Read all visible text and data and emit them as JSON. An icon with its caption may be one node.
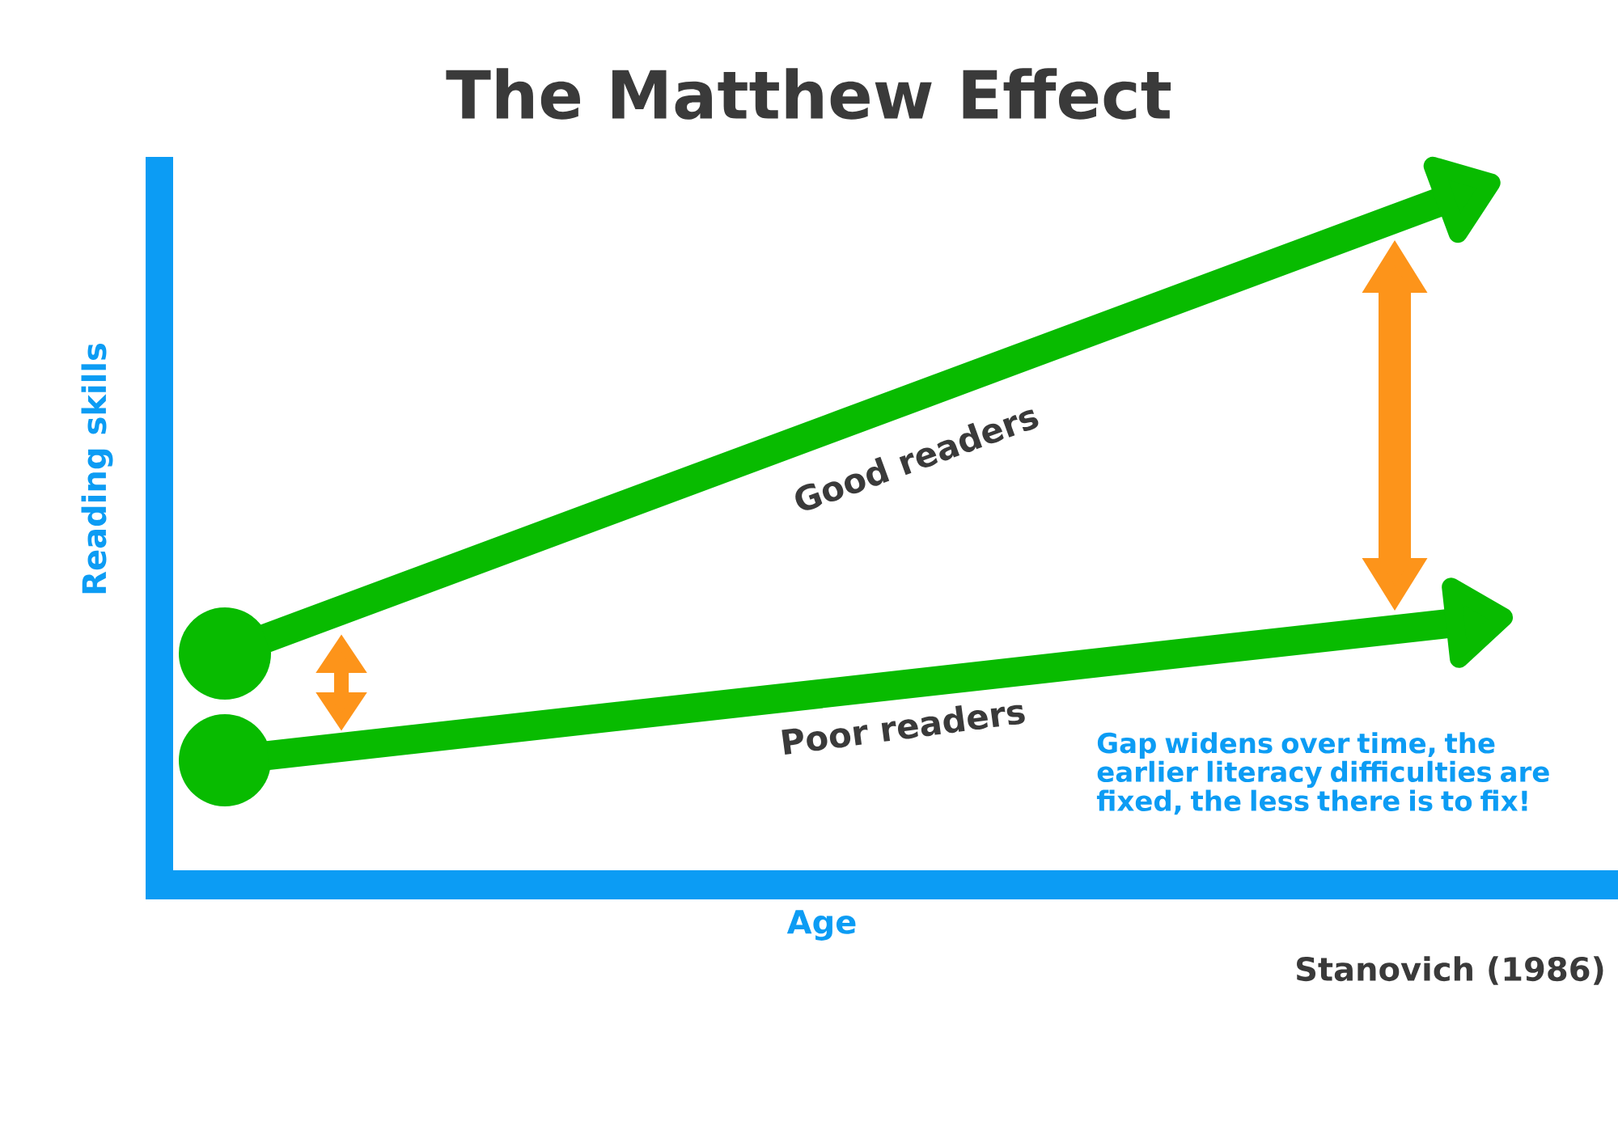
{
  "diagram": {
    "title": "The Matthew Effect",
    "nodes": [
      {
        "text": [],
        "shape": "circle"
      },
      {
        "text": [],
        "shape": "circle"
      }
    ],
    "edges": [
      {
        "from": 0,
        "to": null,
        "arrow": "to",
        "label": "Good readers"
      },
      {
        "from": 1,
        "to": null,
        "arrow": "to",
        "label": "Poor readers"
      }
    ],
    "labels": [
      "Reading skills",
      "Gap widens over time, the earlier literacy difficulties are fixed, the less there is to fix!",
      "Age",
      "Stanovich (1986)"
    ]
  }
}
